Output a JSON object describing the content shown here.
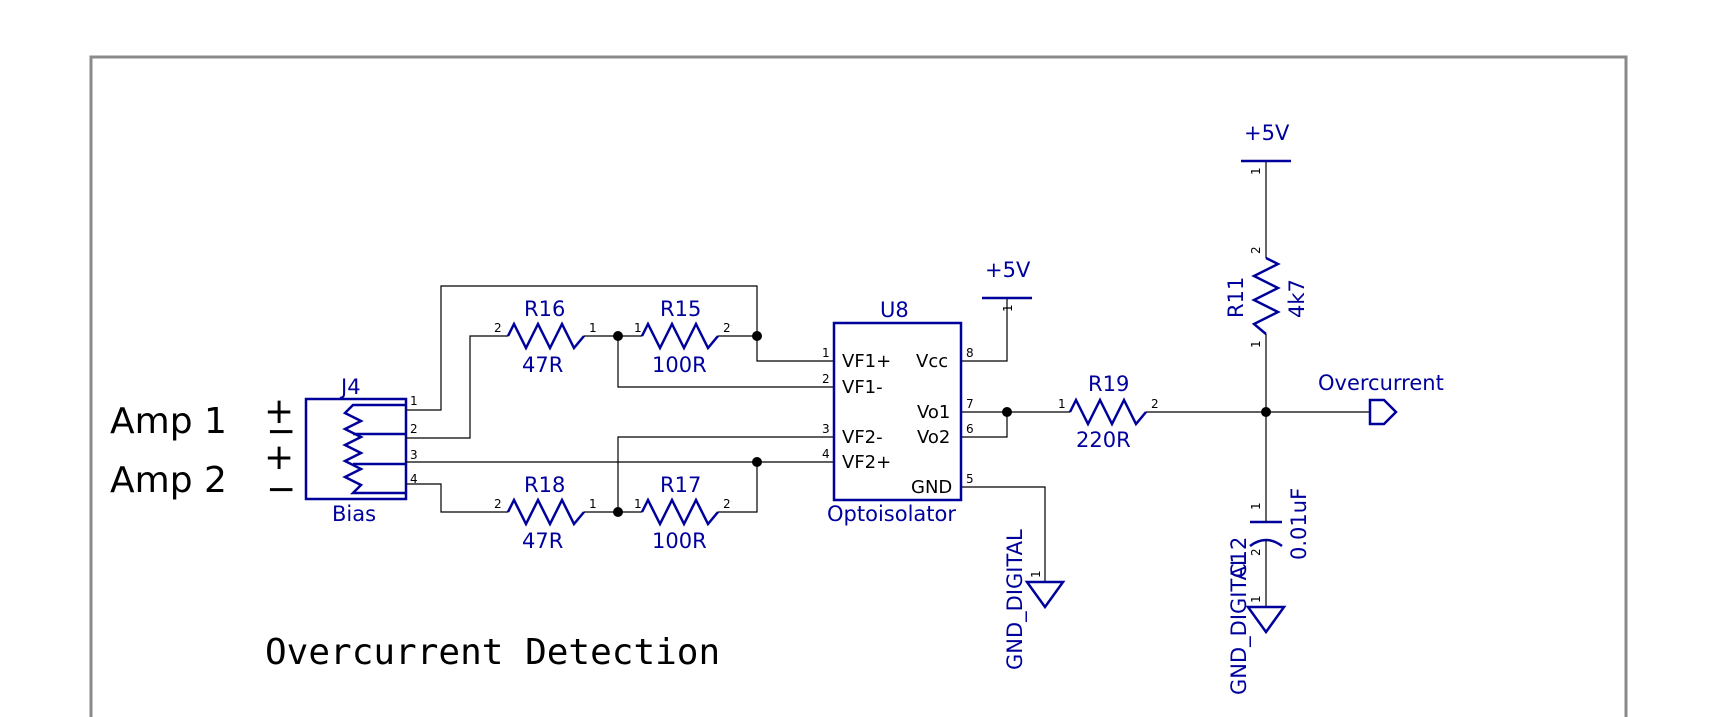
{
  "title": "Overcurrent Detection",
  "amp_labels": {
    "amp1": "Amp 1",
    "amp2": "Amp 2",
    "plus": "+",
    "minus": "−"
  },
  "connector": {
    "ref": "J4",
    "value": "Bias",
    "pins": [
      "1",
      "2",
      "3",
      "4"
    ]
  },
  "resistors": {
    "r16": {
      "ref": "R16",
      "value": "47R",
      "p1": "1",
      "p2": "2"
    },
    "r15": {
      "ref": "R15",
      "value": "100R",
      "p1": "1",
      "p2": "2"
    },
    "r18": {
      "ref": "R18",
      "value": "47R",
      "p1": "1",
      "p2": "2"
    },
    "r17": {
      "ref": "R17",
      "value": "100R",
      "p1": "1",
      "p2": "2"
    },
    "r19": {
      "ref": "R19",
      "value": "220R",
      "p1": "1",
      "p2": "2"
    },
    "r11": {
      "ref": "R11",
      "value": "4k7",
      "p1": "1",
      "p2": "2"
    }
  },
  "ic": {
    "ref": "U8",
    "value": "Optoisolator",
    "pin_names": {
      "vf1p": "VF1+",
      "vf1m": "VF1-",
      "vf2m": "VF2-",
      "vf2p": "VF2+",
      "vcc": "Vcc",
      "vo1": "Vo1",
      "vo2": "Vo2",
      "gnd": "GND"
    },
    "pin_numbers": {
      "p1": "1",
      "p2": "2",
      "p3": "3",
      "p4": "4",
      "p5": "5",
      "p6": "6",
      "p7": "7",
      "p8": "8"
    }
  },
  "capacitor": {
    "ref": "C12",
    "value": "0.01uF",
    "p1": "1",
    "p2": "2"
  },
  "power": {
    "vcc_label": "+5V",
    "gnd_label": "GND_DIGITAL",
    "pin": "1"
  },
  "net_label": "Overcurrent",
  "colors": {
    "component": "#00009c",
    "wire": "#000000",
    "frame": "#8a8a8a",
    "background": "#ffffff"
  }
}
